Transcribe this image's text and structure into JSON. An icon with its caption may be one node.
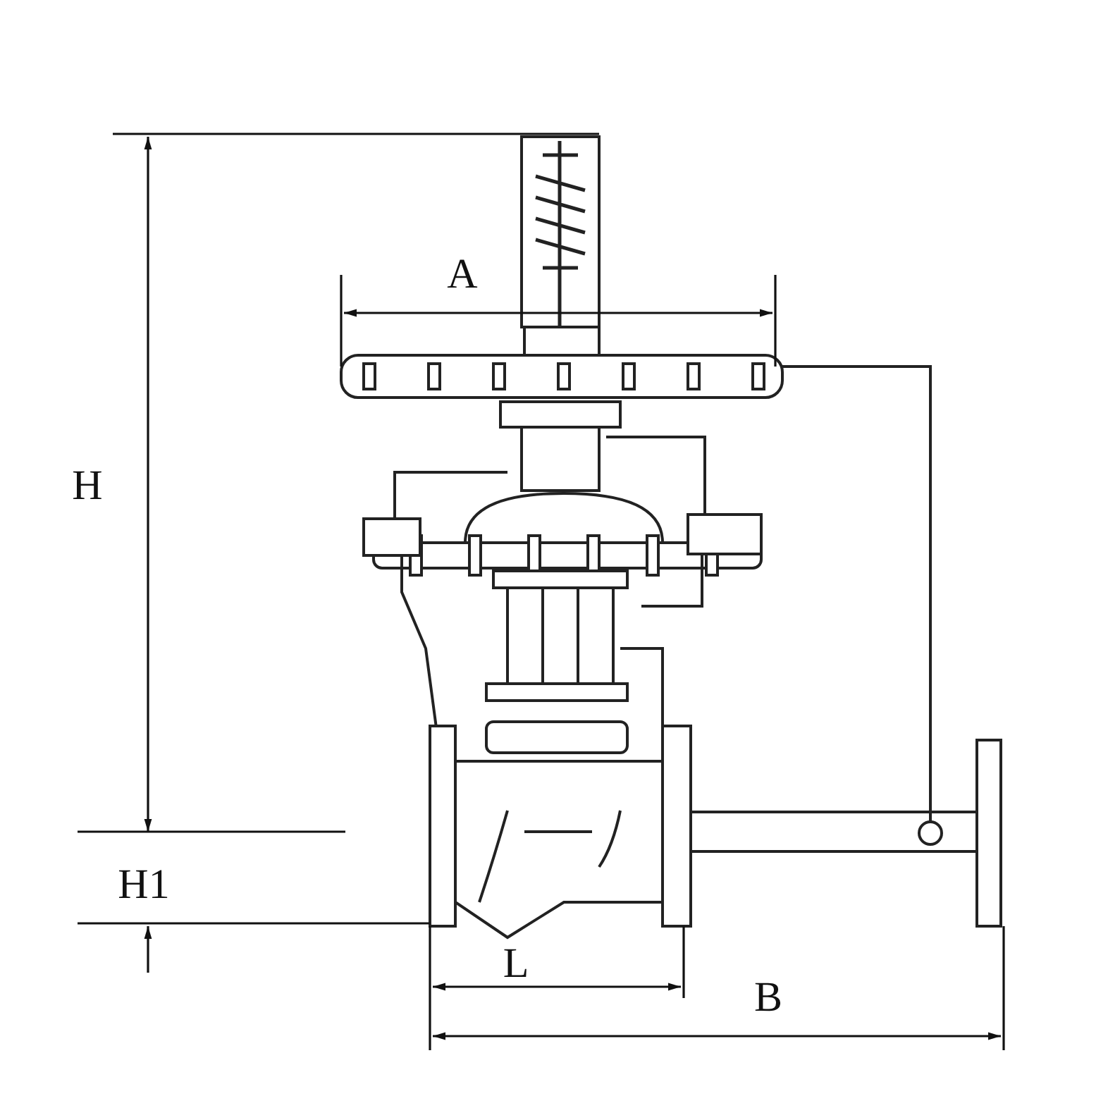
{
  "diagram": {
    "labels": [
      "A",
      "H",
      "H1",
      "L",
      "B"
    ]
  }
}
